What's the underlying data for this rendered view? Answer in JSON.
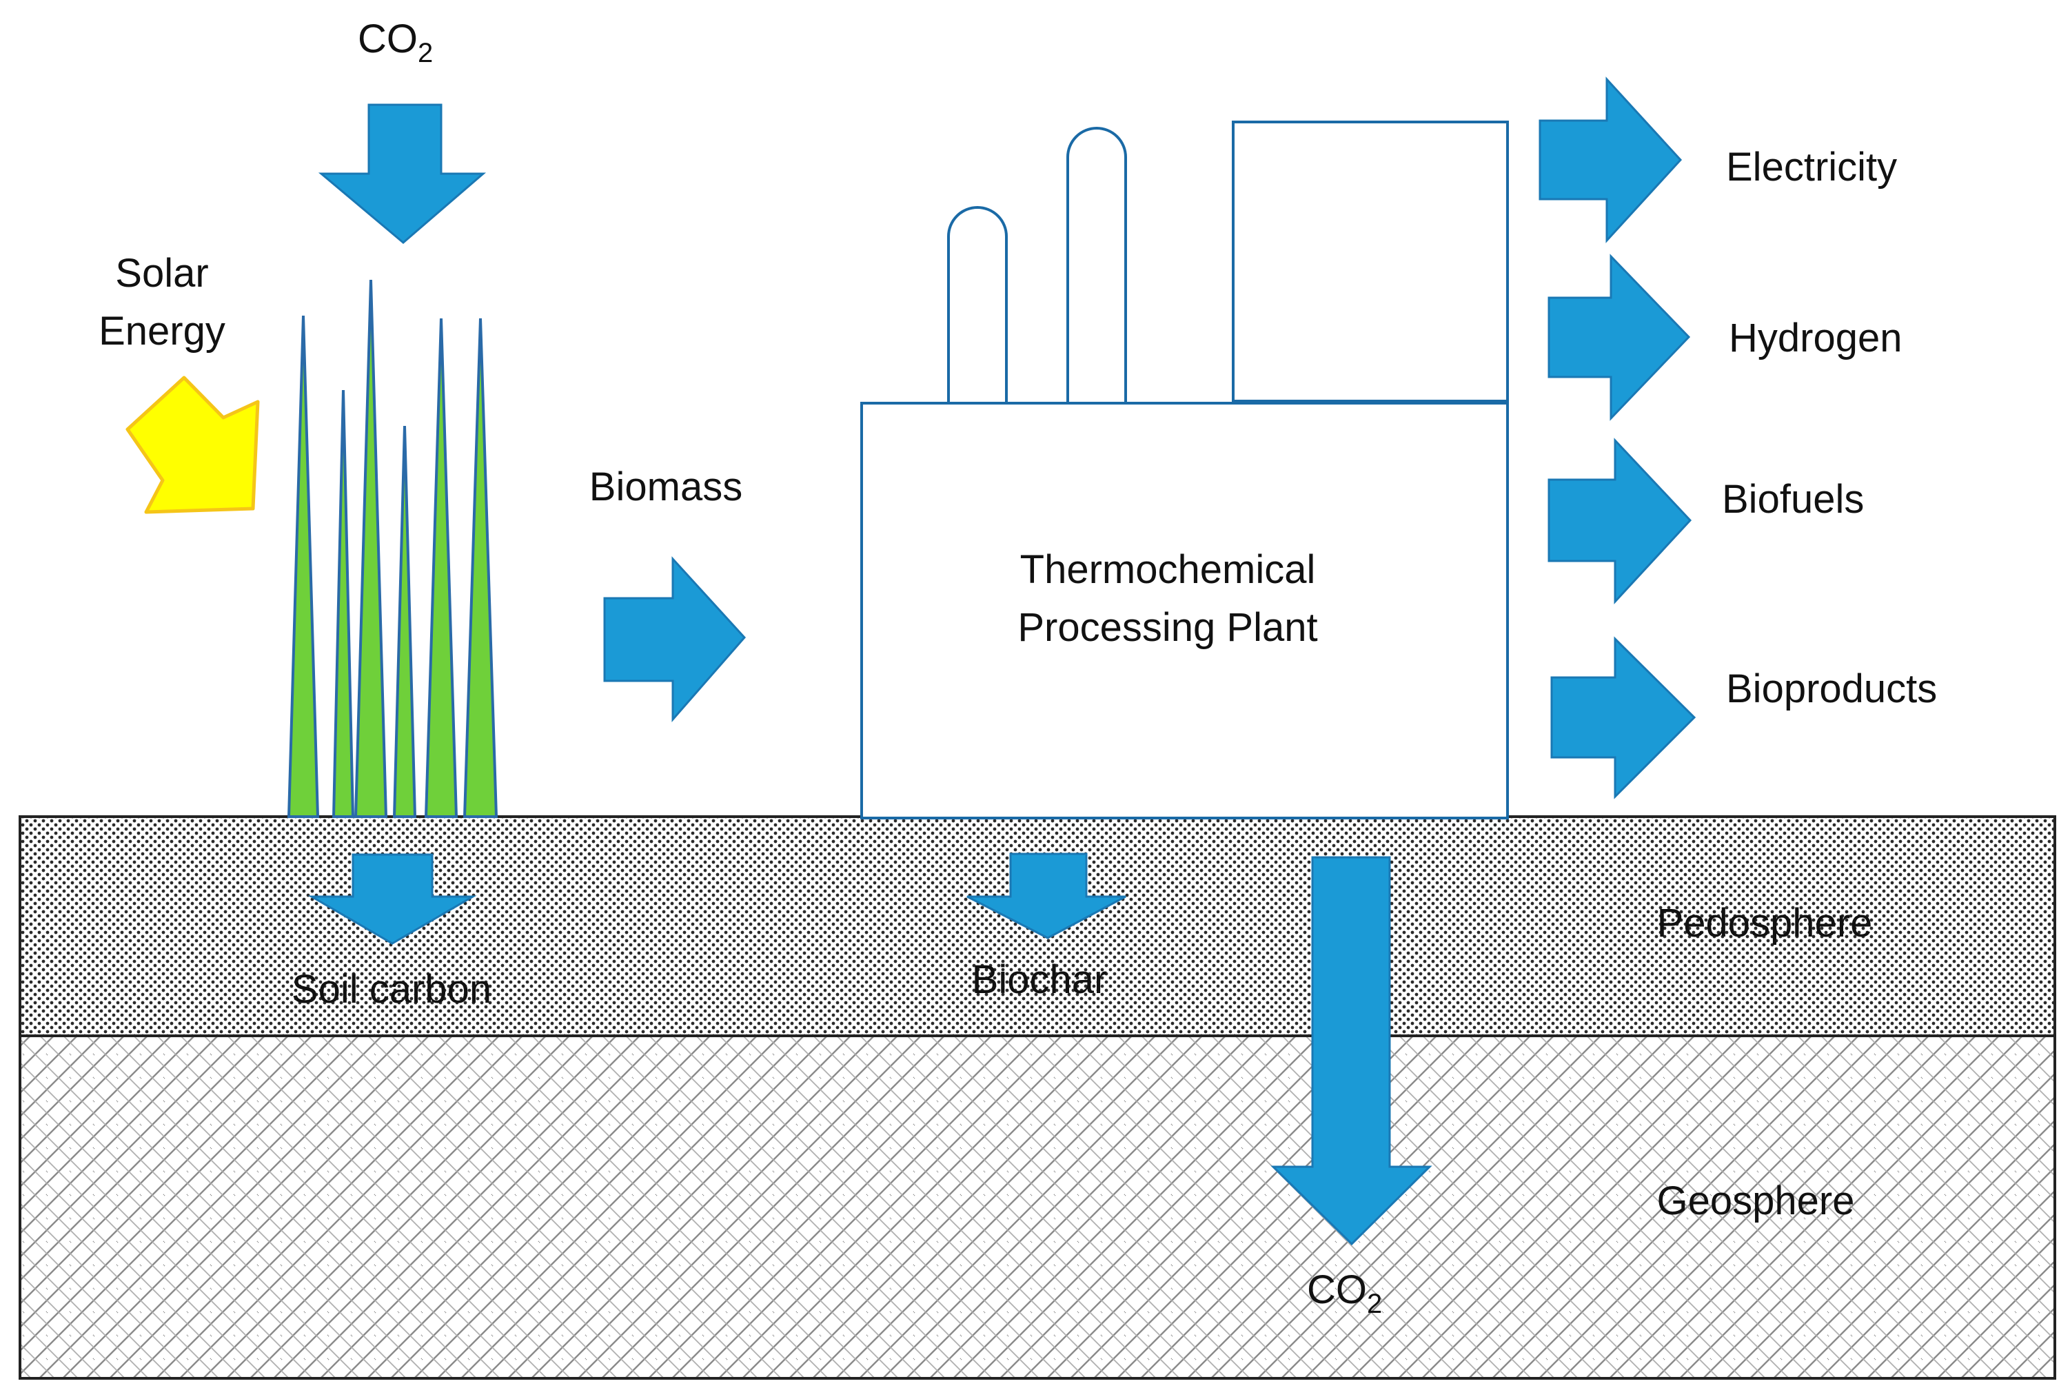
{
  "diagram": {
    "labels": {
      "co2_top": "CO",
      "co2_top_sub": "2",
      "solar_energy_line1": "Solar",
      "solar_energy_line2": "Energy",
      "biomass": "Biomass",
      "plant_line1": "Thermochemical",
      "plant_line2": "Processing Plant",
      "electricity": "Electricity",
      "hydrogen": "Hydrogen",
      "biofuels": "Biofuels",
      "bioproducts": "Bioproducts",
      "soil_carbon": "Soil carbon",
      "biochar": "Biochar",
      "pedosphere": "Pedosphere",
      "geosphere": "Geosphere",
      "co2_bottom": "CO",
      "co2_bottom_sub": "2"
    },
    "colors": {
      "arrow_fill": "#1b9ad6",
      "arrow_stroke": "#1a78b4",
      "grass_fill": "#6fd03a",
      "grass_stroke": "#2a6aa8",
      "solar_fill": "#ffff00",
      "solar_stroke": "#f5c518",
      "plant_stroke": "#1a6aa6",
      "layer_border": "#222222"
    }
  }
}
